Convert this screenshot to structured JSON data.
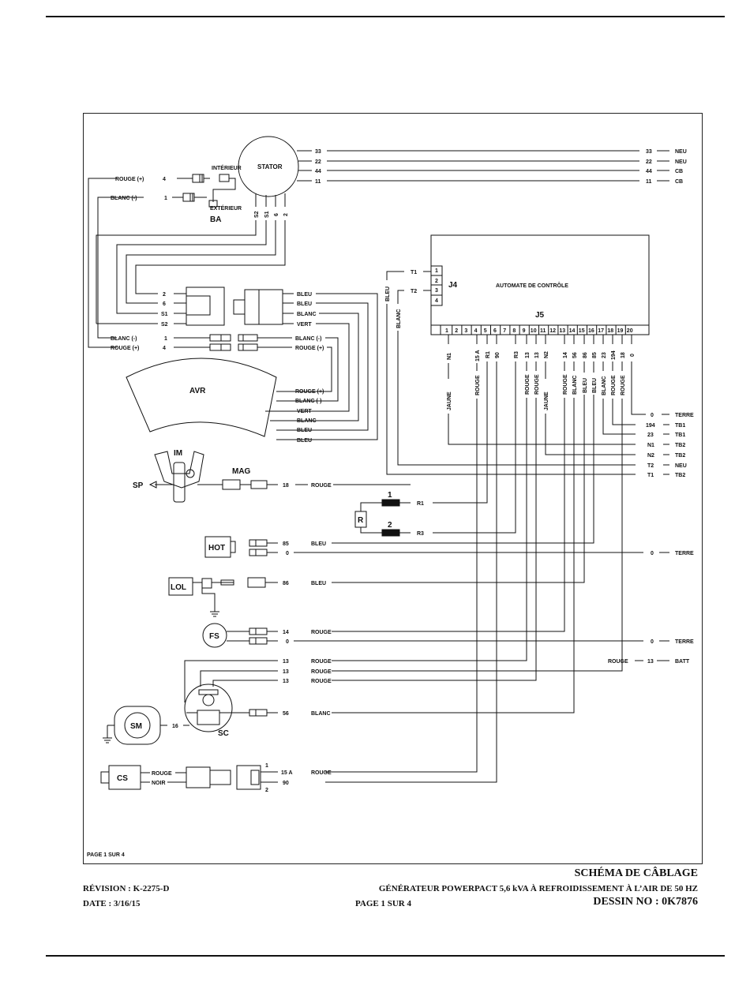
{
  "page": {
    "footer_left": "PAGE 1 SUR 4"
  },
  "title_block": {
    "title": "SCHÉMA DE CÂBLAGE",
    "revision": "RÉVISION : K-2275-D",
    "subtitle": "GÉNÉRATEUR POWERPACT 5,6 kVA À REFROIDISSEMENT À L’AIR DE 50 HZ",
    "date": "DATE : 3/16/15",
    "page": "PAGE 1 SUR 4",
    "drawing": "DESSIN NO : 0K7876"
  },
  "components": {
    "stator": "STATOR",
    "ba": "BA",
    "interieur": "INTÉRIEUR",
    "exterieur": "EXTÉRIEUR",
    "controller": "AUTOMATE DE CONTRÔLE",
    "j4": "J4",
    "j5": "J5",
    "avr": "AVR",
    "im": "IM",
    "sp": "SP",
    "mag": "MAG",
    "r": "R",
    "res1": "1",
    "res2": "2",
    "hot": "HOT",
    "lol": "LOL",
    "fs": "FS",
    "sm": "SM",
    "sc": "SC",
    "cs": "CS"
  },
  "stator_leads": {
    "wires": [
      "33",
      "22",
      "44",
      "11"
    ],
    "right_numbers": [
      "33",
      "22",
      "44",
      "11"
    ],
    "right_labels": [
      "NEU",
      "NEU",
      "CB",
      "CB"
    ],
    "bottom": [
      "S2",
      "S1",
      "6",
      "2"
    ]
  },
  "ba_wires": [
    {
      "color": "ROUGE (+)",
      "num": "4"
    },
    {
      "color": "BLANC (-)",
      "num": "1"
    }
  ],
  "j4_pins": [
    "1",
    "2",
    "3",
    "4"
  ],
  "j4_wires": [
    "T1",
    "T2"
  ],
  "j4_colors": [
    "BLEU",
    "BLANC"
  ],
  "j5_pins": [
    "1",
    "2",
    "3",
    "4",
    "5",
    "6",
    "7",
    "8",
    "9",
    "10",
    "11",
    "12",
    "13",
    "14",
    "15",
    "16",
    "17",
    "18",
    "19",
    "20"
  ],
  "j5_wire_numbers": [
    "N1",
    "15 A",
    "R1",
    "90",
    "R3",
    "13",
    "13",
    "N2",
    "14",
    "56",
    "86",
    "85",
    "23",
    "194",
    "18",
    "0"
  ],
  "j5_colors": [
    "JAUNE",
    "ROUGE",
    "ROUGE",
    "ROUGE",
    "JAUNE",
    "ROUGE",
    "BLANC",
    "BLEU",
    "BLEU",
    "BLANC",
    "ROUGE",
    "ROUGE"
  ],
  "tb_right": [
    {
      "num": "0",
      "label": "TERRE"
    },
    {
      "num": "194",
      "label": "TB1"
    },
    {
      "num": "23",
      "label": "TB1"
    },
    {
      "num": "N1",
      "label": "TB2"
    },
    {
      "num": "N2",
      "label": "TB2"
    },
    {
      "num": "T2",
      "label": "NEU"
    },
    {
      "num": "T1",
      "label": "TB2"
    }
  ],
  "stator_conn_left": [
    "2",
    "6",
    "S1",
    "S2"
  ],
  "stator_conn_right": [
    "BLEU",
    "BLEU",
    "BLANC",
    "VERT"
  ],
  "ba_conn": {
    "left": [
      {
        "color": "BLANC (-)",
        "num": "1"
      },
      {
        "color": "ROUGE (+)",
        "num": "4"
      }
    ],
    "right": [
      "BLANC (-)",
      "ROUGE (+)"
    ]
  },
  "avr_wires": [
    "ROUGE (+)",
    "BLANC (-)",
    "VERT",
    "BLANC",
    "BLEU",
    "BLEU"
  ],
  "mag_wire": {
    "num": "18",
    "color": "ROUGE"
  },
  "resistor_wires": [
    "R1",
    "R3"
  ],
  "hot_wires": [
    {
      "num": "85",
      "color": "BLEU"
    },
    {
      "num": "0",
      "color": ""
    }
  ],
  "hot_ground": {
    "num": "0",
    "label": "TERRE"
  },
  "lol_wire": {
    "num": "86",
    "color": "BLEU"
  },
  "fs_wires": [
    {
      "num": "14",
      "color": "ROUGE"
    },
    {
      "num": "0",
      "color": ""
    }
  ],
  "fs_ground": {
    "num": "0",
    "label": "TERRE"
  },
  "batt": {
    "color": "ROUGE",
    "num": "13",
    "label": "BATT"
  },
  "sc_wires": [
    {
      "num": "13",
      "color": "ROUGE"
    },
    {
      "num": "13",
      "color": "ROUGE"
    },
    {
      "num": "13",
      "color": "ROUGE"
    }
  ],
  "sc_bottom": {
    "num": "56",
    "color": "BLANC"
  },
  "sm_num": "16",
  "cs_colors": [
    "ROUGE",
    "NOIR"
  ],
  "cs_pins": [
    "1",
    "2"
  ],
  "cs_wires": [
    {
      "num": "15 A",
      "color": "ROUGE"
    },
    {
      "num": "90",
      "color": ""
    }
  ]
}
